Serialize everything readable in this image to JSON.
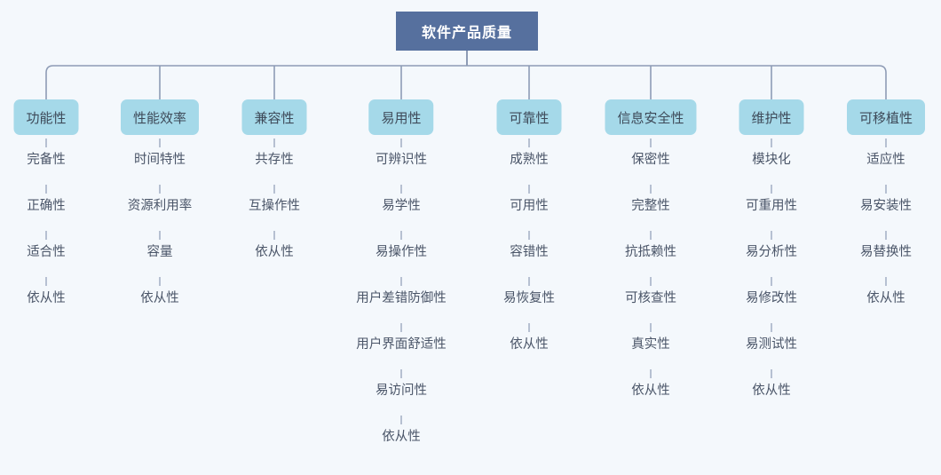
{
  "diagram": {
    "type": "tree",
    "title": "软件产品质量",
    "root": {
      "label": "软件产品质量"
    },
    "colors": {
      "background": "#f4f8fc",
      "root_fill": "#56709e",
      "root_text": "#ffffff",
      "branch_fill": "#a5d9e9",
      "branch_text": "#3e4a59",
      "leaf_text": "#4a5568",
      "connector": "#8d9bb5"
    },
    "branches": [
      {
        "label": "功能性",
        "leaves": [
          "完备性",
          "正确性",
          "适合性",
          "依从性"
        ]
      },
      {
        "label": "性能效率",
        "leaves": [
          "时间特性",
          "资源利用率",
          "容量",
          "依从性"
        ]
      },
      {
        "label": "兼容性",
        "leaves": [
          "共存性",
          "互操作性",
          "依从性"
        ]
      },
      {
        "label": "易用性",
        "leaves": [
          "可辨识性",
          "易学性",
          "易操作性",
          "用户差错防御性",
          "用户界面舒适性",
          "易访问性",
          "依从性"
        ]
      },
      {
        "label": "可靠性",
        "leaves": [
          "成熟性",
          "可用性",
          "容错性",
          "易恢复性",
          "依从性"
        ]
      },
      {
        "label": "信息安全性",
        "leaves": [
          "保密性",
          "完整性",
          "抗抵赖性",
          "可核查性",
          "真实性",
          "依从性"
        ]
      },
      {
        "label": "维护性",
        "leaves": [
          "模块化",
          "可重用性",
          "易分析性",
          "易修改性",
          "易测试性",
          "依从性"
        ]
      },
      {
        "label": "可移植性",
        "leaves": [
          "适应性",
          "易安装性",
          "易替换性",
          "依从性"
        ]
      }
    ]
  }
}
